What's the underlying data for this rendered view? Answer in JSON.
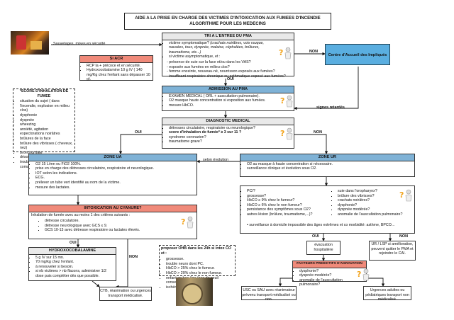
{
  "title": [
    "AIDE A LA PRISE EN CHARGE DES VICTIMES D'INTOXICATION AUX FUMEES D'INCENDIE",
    "ALGORITHME POUR LES MEDECINS"
  ],
  "photo_caption": "Sauvetages, mises en sécurité",
  "acr": {
    "header": "Si ACR",
    "items": [
      "RCP la + précoce et en sécurité.",
      "Hydroxocobalamine 10 g IV ( 140 mg/Kg chez l'enfant sans dépasser 10 g)."
    ]
  },
  "score": {
    "header": "*SCORE D'INHALATION DE FUMEE",
    "items": [
      "situation du sujet ( dans l'incendie, explosion en milieu clos)",
      "dysphonie",
      "dyspnée",
      "wheezing",
      "anxiété, agitation",
      "expectorations noirâtres",
      "brûlures de la face",
      "brûlure des vibrisses ( cheveux, nez)",
      "bronchorrhée",
      "désorientation",
      "troubles de la conscience, coma"
    ]
  },
  "tri": {
    "header": "TRI A L'ENTREE DU PMA",
    "item1_prefix": "victime symptomatique? ",
    "item1_italic": "(crachats noirâtres, voix rauque, nausées, toux, dyspnée, malaise, céphalées, brûlures, traumatisme, etc...)",
    "item2": "si victime asymptomatique, et :",
    "sub": [
      "présence de suie sur la face et/ou dans les VAS?",
      "exposée aux fumées en milieu clos?",
      "femme enceinte, nouveau-né, nourrisson exposés aux fumées?",
      "insuffisant respiratoire chronique ou asthmatique exposé aux fumées?"
    ]
  },
  "non_label": "NON",
  "oui_label": "OUI",
  "accueil": "Centre d'Accueil des Impliqués",
  "admission": {
    "header": "ADMISSION AU PMA",
    "items": [
      "EXAMEN MEDICAL ( ORL + auscultation pulmonaire).",
      "O2 masque haute concentration si exposition aux fumées.",
      "mesure HbCO."
    ]
  },
  "signes_retardes": "signes retardés",
  "diagnostic": {
    "header": "DIAGNOSTIC MEDICAL",
    "items": [
      "détresses circulatoire, respiratoire ou neurologique?",
      "score d'inhalation de fumée* ≥ 3 sur 11 ?",
      "syndrome coronarien?",
      "traumatisme grave?"
    ],
    "bold_index": 1
  },
  "zone_ua": {
    "header": "ZONE UA",
    "items": [
      "O2 15 L/mn ou FiO2 100%.",
      "prise en charge des détresses circulatoire, respiratoire et neurologique.",
      "IOT selon les indications.",
      "ECG.",
      "prélever un tube vert identifié au nom de la victime.",
      "mesure des lactates."
    ]
  },
  "selon_evolution": "selon évolution",
  "zone_ur": {
    "header": "ZONE UR",
    "items": [
      "O2 au masque à haute concentration si nécessaire.",
      "surveillance clinique et évolution sous O2."
    ]
  },
  "cyanure": {
    "header": "INTOXICATION AU CYANURE?",
    "intro": "Inhalation de fumée avec au moins 1 des critères suivants :",
    "items": [
      "détresse circulatoire.",
      "détresse neurologique avec GCS ≤ 9.",
      "GCS 10-13 avec détresse respiratoire ou lactates élevés."
    ]
  },
  "ur_questions": {
    "left": [
      "PCI?",
      "grossesse?",
      "HbCO ≥ 9% chez le fumeur?",
      "HbCO ≥ 6% chez le non fumeur?",
      "persistance des symptômes sous O2?",
      "autres lésion (brûlure, traumatisme,...)?"
    ],
    "right": [
      "suie dans l'oropharynx?",
      "brûlure des vibrisses?",
      "crachats noirâtres?",
      "dysphonie?",
      "dyspnée modérée?",
      "anomalie de l'auscultation pulmonaire?"
    ],
    "footer": "surveillance à domicile impossible des âges extrêmes et co morbidité: asthme, BPCO..."
  },
  "hydroxo": {
    "header": "HYDROXOCOBALAMINE",
    "items": [
      "5 g IV sur 15 mn.",
      "70 mg/kg chez l'enfant.",
      "à renouveler si besoin.",
      "si nb victimes > nb flacons, administrer 1/2 dose puis compléter dès que possible."
    ]
  },
  "ohb": {
    "title": "proposer OHB dans les 24h si intox CO et :",
    "items": [
      "grossesse.",
      "trouble neuro dont PC.",
      "HbCO > 25% chez le fumeur.",
      "HbCO > 20% chez le non fumeur.",
      "enfant en bas âge (pas de seuil consensuel).",
      "ischémie myocardique."
    ]
  },
  "evac": "évacuation hospitalière",
  "ur_lsp": "UR / LSP si amélioration, peuvent quitter le PMA et rejoindre le CAI.",
  "facteurs": {
    "header": "FACTEURS PREDICTIFS D'AGRAVATION",
    "items": [
      "dysphonie?",
      "dyspnée modérée?",
      "anomalie de l'auscultation pulmonaire?"
    ]
  },
  "ctb": "CTB, réanimation ou urgences transport médicalisé.",
  "usc": "USC ou SAU avec réanimateur prévenu transport médicalisé ou non.",
  "urgences_adultes": "Urgences adultes ou pédiatriques transport non médicalisé.",
  "colors": {
    "blue_header": "#7fb2d6",
    "red_header": "#f08a7a",
    "accueil": "#5aaee0"
  }
}
